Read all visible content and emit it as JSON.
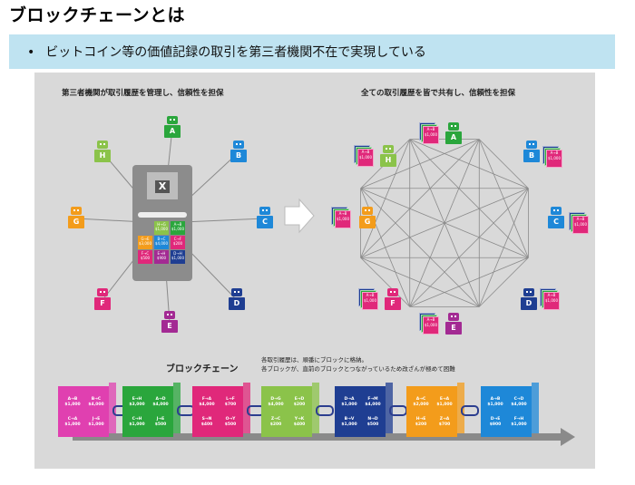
{
  "title": "ブロックチェーンとは",
  "bullet": "ビットコイン等の価値記録の取引を第三者機関不在で実現している",
  "left_caption": "第三者機関が取引履歴を管理し、信頼性を担保",
  "right_caption": "全ての取引履歴を皆で共有し、信頼性を担保",
  "server_label": "X",
  "colors": {
    "A": "#2aa63c",
    "B": "#1e88d8",
    "C": "#1e88d8",
    "D": "#1f3e92",
    "E": "#a32a93",
    "F": "#e0287a",
    "G": "#f39c1b",
    "H": "#8bc34a"
  },
  "nodes_left": [
    {
      "id": "A",
      "color": "#2aa63c"
    },
    {
      "id": "B",
      "color": "#1e88d8"
    },
    {
      "id": "C",
      "color": "#1e88d8"
    },
    {
      "id": "D",
      "color": "#1f3e92"
    },
    {
      "id": "E",
      "color": "#a32a93"
    },
    {
      "id": "F",
      "color": "#e0287a"
    },
    {
      "id": "G",
      "color": "#f39c1b"
    },
    {
      "id": "H",
      "color": "#8bc34a"
    }
  ],
  "nodes_right": [
    {
      "id": "A",
      "color": "#2aa63c"
    },
    {
      "id": "B",
      "color": "#1e88d8"
    },
    {
      "id": "C",
      "color": "#1e88d8"
    },
    {
      "id": "D",
      "color": "#1f3e92"
    },
    {
      "id": "E",
      "color": "#a32a93"
    },
    {
      "id": "F",
      "color": "#e0287a"
    },
    {
      "id": "G",
      "color": "#f39c1b"
    },
    {
      "id": "H",
      "color": "#8bc34a"
    }
  ],
  "ledger_top_label": "A→B\n$1,000",
  "server_cells": [
    {
      "text": "H→G\n$1,000",
      "color": "#8bc34a"
    },
    {
      "text": "A→B\n$1,000",
      "color": "#2aa63c"
    },
    {
      "text": "G→E\n$3,000",
      "color": "#f39c1b"
    },
    {
      "text": "B→C\n$4,000",
      "color": "#1e88d8"
    },
    {
      "text": "C→F\n$200",
      "color": "#e0287a"
    },
    {
      "text": "F→C\n$500",
      "color": "#e0287a"
    },
    {
      "text": "E→H\n$900",
      "color": "#a32a93"
    },
    {
      "text": "D→H\n$1,000",
      "color": "#1f3e92"
    }
  ],
  "blockchain_title": "ブロックチェーン",
  "blockchain_note_1": "各取引履歴は、順番にブロックに格納。",
  "blockchain_note_2": "各ブロックが、直前のブロックとつながっているため改ざんが極めて困難",
  "blocks": [
    {
      "color": "#e040b0",
      "tx": [
        "A→B\n$1,000",
        "B→C\n$4,000",
        "C→A\n$1,000",
        "J→E\n$1,000"
      ]
    },
    {
      "color": "#2aa63c",
      "tx": [
        "E→H\n$3,000",
        "A→D\n$4,000",
        "C→H\n$1,000",
        "J→E\n$500"
      ]
    },
    {
      "color": "#e0287a",
      "tx": [
        "F→A\n$4,000",
        "L→F\n$700",
        "S→N\n$400",
        "O→Y\n$500"
      ]
    },
    {
      "color": "#8bc34a",
      "tx": [
        "D→G\n$4,000",
        "E→D\n$200",
        "Z→C\n$200",
        "Y→K\n$400"
      ]
    },
    {
      "color": "#1f3e92",
      "tx": [
        "D→A\n$1,000",
        "F→M\n$4,000",
        "B→V\n$1,000",
        "N→D\n$500"
      ]
    },
    {
      "color": "#f39c1b",
      "tx": [
        "A→C\n$2,000",
        "E→A\n$1,000",
        "H→E\n$200",
        "Z→A\n$700"
      ]
    },
    {
      "color": "#1e88d8",
      "tx": [
        "A→B\n$1,000",
        "C→D\n$4,000",
        "D→E\n$900",
        "F→H\n$1,000"
      ]
    }
  ]
}
